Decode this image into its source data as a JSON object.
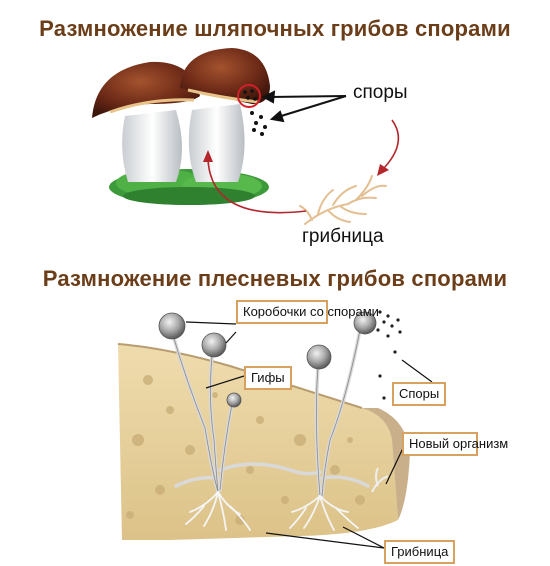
{
  "titles": {
    "cap_fungi": "Размножение шляпочных грибов спорами",
    "mold_fungi": "Размножение плесневых грибов спорами"
  },
  "labels": {
    "spores_top": "споры",
    "mycelium_top": "грибница",
    "spore_boxes": "Коробочки со спорами",
    "hyphae": "Гифы",
    "spores_bottom": "Споры",
    "new_organism": "Новый организм",
    "mycelium_bottom": "Грибница"
  },
  "colors": {
    "title": "#6b3e19",
    "box_border": "#d9a15f",
    "arrow_red": "#b3262b",
    "bread": "#e6cf9c",
    "crust": "#c9b08a"
  }
}
